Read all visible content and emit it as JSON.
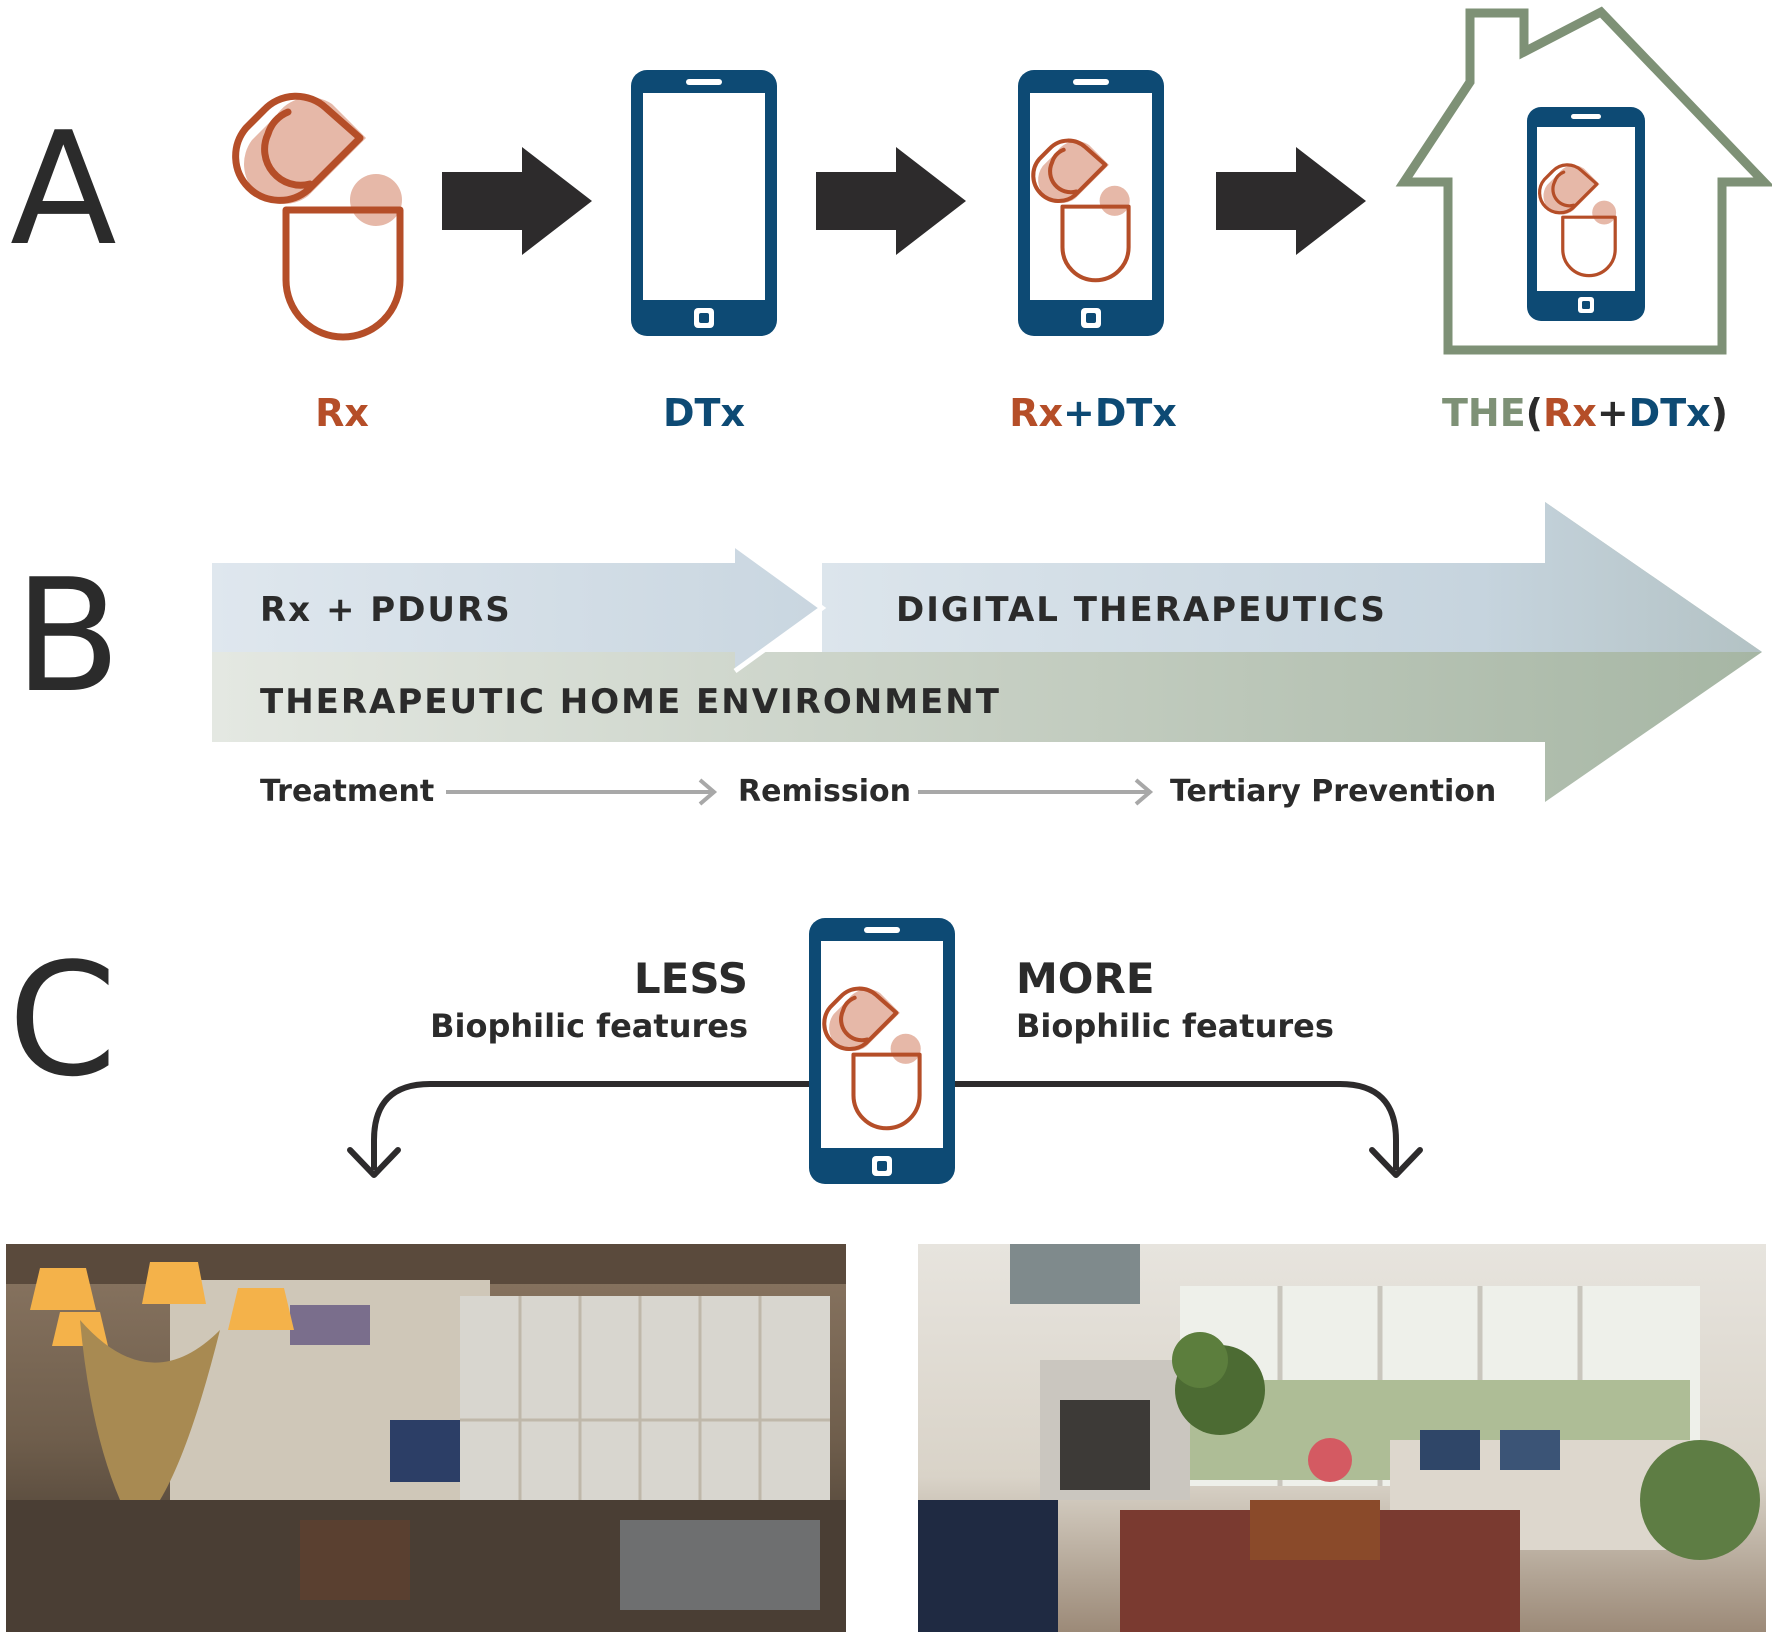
{
  "panels": {
    "a": "A",
    "b": "B",
    "c": "C"
  },
  "colors": {
    "rx": "#b54e28",
    "dtx": "#0d4a74",
    "home": "#7e9176",
    "text": "#2b2b2b",
    "arrow": "#2d2b2c",
    "pill_fill": "#e6b8a8"
  },
  "a": {
    "rx_label": "Rx",
    "dtx_label": "DTx",
    "combo": {
      "rx": "Rx",
      "plus": "+",
      "dtx": "DTx"
    },
    "home": {
      "the": "THE",
      "open": "(",
      "rx": "Rx",
      "plus": "+",
      "dtx": "DTx",
      "close": ")"
    }
  },
  "b": {
    "rx_pdurs": "Rx + PDURS",
    "digital_therapeutics": "DIGITAL THERAPEUTICS",
    "home_environment": "THERAPEUTIC HOME ENVIRONMENT",
    "stages": [
      "Treatment",
      "Remission",
      "Tertiary Prevention"
    ]
  },
  "c": {
    "less": {
      "heading": "LESS",
      "sub": "Biophilic features"
    },
    "more": {
      "heading": "MORE",
      "sub": "Biophilic features"
    }
  }
}
